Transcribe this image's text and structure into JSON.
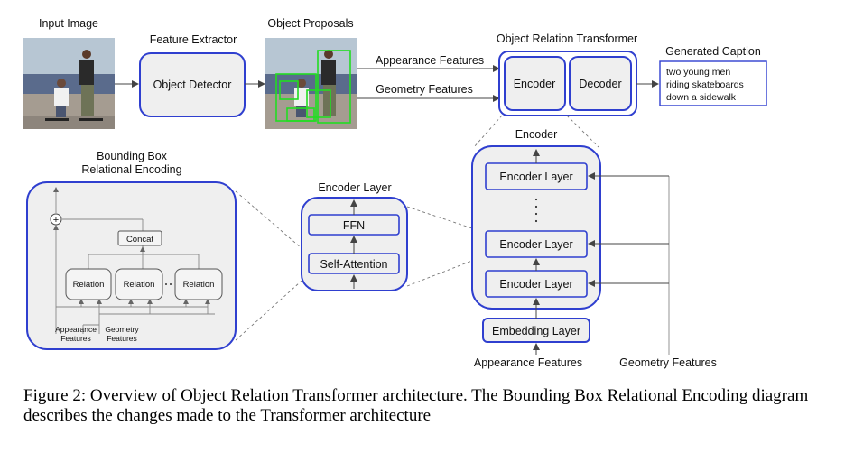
{
  "labels": {
    "input_image": "Input Image",
    "feature_extractor": "Feature Extractor",
    "object_detector": "Object Detector",
    "object_proposals": "Object Proposals",
    "object_relation_transformer": "Object Relation Transformer",
    "appearance_features": "Appearance  Features",
    "geometry_features": "Geometry Features",
    "encoder": "Encoder",
    "decoder": "Decoder",
    "generated_caption": "Generated Caption",
    "caption_lines": [
      "two  young  men",
      "riding skateboards",
      "down a sidewalk"
    ],
    "bbox_title": [
      "Bounding Box",
      "Relational Encoding"
    ],
    "concat": "Concat",
    "relation": "Relation",
    "appearance_small": [
      "Appearance",
      "Features"
    ],
    "geometry_small": [
      "Geometry",
      "Features"
    ],
    "encoder_layer_title": "Encoder Layer",
    "ffn": "FFN",
    "self_attention": "Self-Attention",
    "encoder_stack_title": "Encoder",
    "encoder_layer": "Encoder Layer",
    "embedding_layer": "Embedding Layer",
    "appearance_bottom": "Appearance Features",
    "geometry_bottom": "Geometry Features",
    "plus": "+"
  },
  "figure_caption": "Figure 2:  Overview of Object Relation Transformer architecture.  The Bounding Box Relational Encoding diagram describes the changes made to the Transformer architecture",
  "colors": {
    "accent": "#2f3fcf",
    "proposal_box": "#22dd22"
  }
}
